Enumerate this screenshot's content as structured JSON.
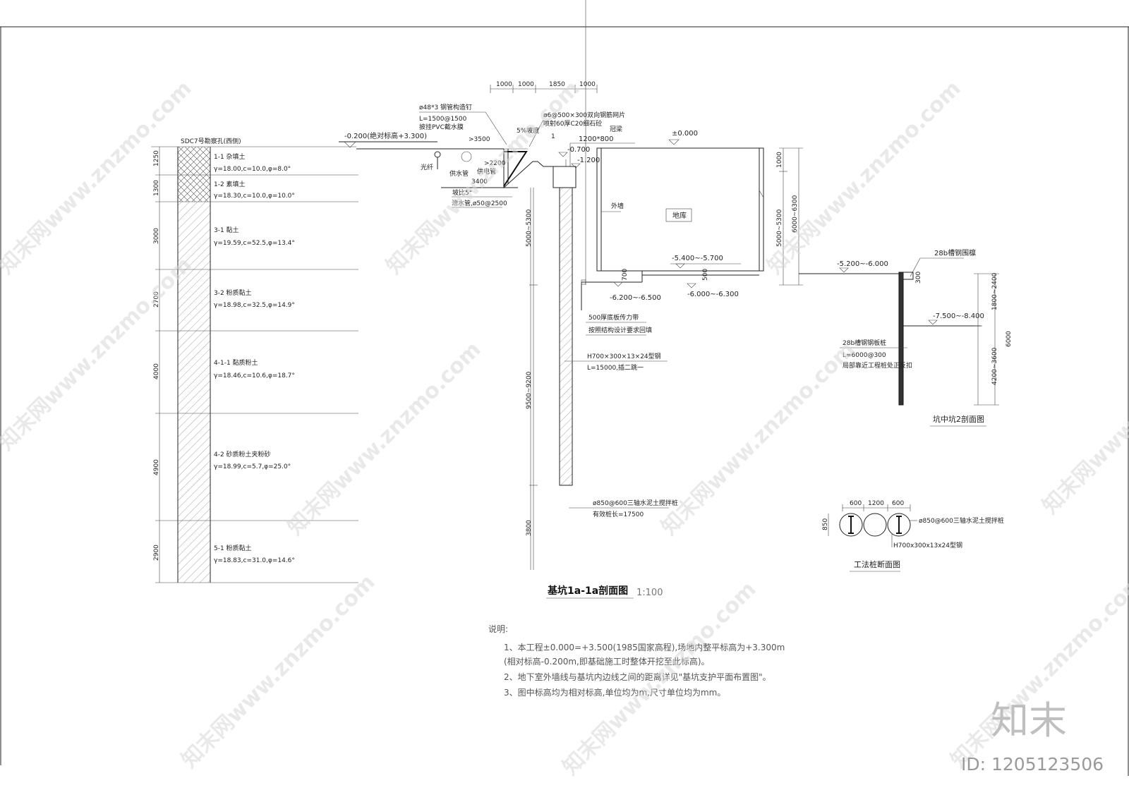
{
  "borehole": {
    "title": "SDC7号勘察孔(西侧)",
    "layers": [
      {
        "thickness": "1250",
        "name": "1-1 杂填土",
        "params": "γ=18.00,c=10.0,φ=8.0°"
      },
      {
        "thickness": "1300",
        "name": "1-2 素填土",
        "params": "γ=18.30,c=10.0,φ=10.0°"
      },
      {
        "thickness": "3000",
        "name": "3-1 黏土",
        "params": "γ=19.59,c=52.5,φ=13.4°"
      },
      {
        "thickness": "2700",
        "name": "3-2 粉质黏土",
        "params": "γ=18.98,c=32.5,φ=14.9°"
      },
      {
        "thickness": "4000",
        "name": "4-1-1 黏质粉土",
        "params": "γ=18.46,c=10.6,φ=18.7°"
      },
      {
        "thickness": "4900",
        "name": "4-2 砂质粉土夹粉砂",
        "params": "γ=18.99,c=5.7,φ=25.0°"
      },
      {
        "thickness": "2900",
        "name": "5-1 粉质黏土",
        "params": "γ=18.83,c=31.0,φ=14.6°"
      }
    ]
  },
  "section": {
    "top_dims": [
      "1000",
      "1000",
      "1850",
      "1000"
    ],
    "nail_label": [
      "ø48*3 钢管构造钉",
      "L=1500@1500",
      "披挂PVC截水膜"
    ],
    "mesh_label": [
      "ø6@500×300双向钢筋网片",
      "喷射60厚C20细石砼"
    ],
    "ground_elev": "-0.200(绝对标高+3.300)",
    "slope_pct": "5%坡度",
    "dim_3500": ">3500",
    "dim_2200": ">2200",
    "dim_3400": "3400",
    "dim_1": "1",
    "slope_angle": "坡比5°",
    "drain_pipe": "泄水管,ø50@2500",
    "fiber": "光纤",
    "water_pipe": "供水管",
    "power_pipe": "供电管",
    "cap_beam": "冠梁",
    "cap_size": "1200*800",
    "cap_top": "-0.700",
    "cap_bottom": "-1.200",
    "elev_zero": "±0.000",
    "outer_wall": "外墙",
    "garage": "地库",
    "floor_elev": "-5.400~-5.700",
    "pit_elev1": "-6.200~-6.500",
    "pit_elev2": "-6.000~-6.300",
    "dim_700": "700",
    "dim_500": "500",
    "dim_1000": "1000",
    "dim_5000_5300_l": "5000~5300",
    "dim_5000_5300_r": "5000~5300",
    "dim_6000_6300": "6000~6300",
    "dim_9500_9200": "9500~9200",
    "dim_3800": "3800",
    "belt_label": [
      "500厚底板传力带",
      "按照结构设计要求回填"
    ],
    "steel_label": [
      "H700×300×13×24型钢",
      "L=15000,插二跳一"
    ],
    "smw_label": [
      "ø850@600三轴水泥土搅拌桩",
      "有效桩长=17500"
    ],
    "title": "基坑1a-1a剖面图",
    "scale": "1:100"
  },
  "pit2": {
    "waler": "28b槽钢围檩",
    "dim_300": "300",
    "top_elev": "-5.200~-6.000",
    "bot_elev": "-7.500~-8.400",
    "sheet_pile": [
      "28b槽钢钢板桩",
      "L=6000@300",
      "局部靠近工程桩处正反扣"
    ],
    "dim_1800_2400": "1800~2400",
    "dim_4200_3600": "4200~3600",
    "dim_6000": "6000",
    "title": "坑中坑2剖面图"
  },
  "pile_detail": {
    "dims": [
      "600",
      "1200",
      "600"
    ],
    "dim_850": "850",
    "pile_label": "ø850@600三轴水泥土搅拌桩",
    "steel_label": "H700x300x13x24型钢",
    "title": "工法桩断面图"
  },
  "notes": {
    "heading": "说明:",
    "lines": [
      "1、本工程±0.000=+3.500(1985国家高程),场地内整平标高为+3.300m",
      "(相对标高-0.200m,即基础施工时整体开挖至此标高)。",
      "2、地下室外墙线与基坑内边线之间的距离详见\"基坑支护平面布置图\"。",
      "3、图中标高均为相对标高,单位均为m,尺寸单位均为mm。"
    ]
  },
  "watermark": {
    "text": "知末网www.znzmo.com",
    "brand": "知末",
    "id": "ID: 1205123506"
  }
}
